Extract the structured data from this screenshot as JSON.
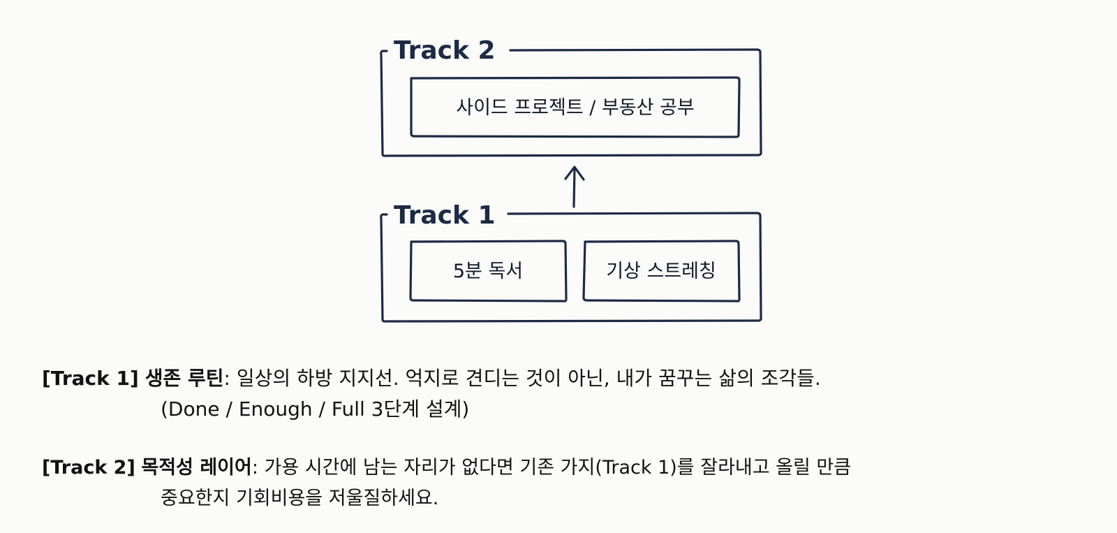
{
  "diagram": {
    "track2": {
      "title": "Track 2",
      "items": [
        "사이드 프로젝트 / 부동산 공부"
      ]
    },
    "track1": {
      "title": "Track 1",
      "items": [
        "5분 독서",
        "기상 스트레칭"
      ]
    }
  },
  "notes": [
    {
      "tag": "[Track 1]",
      "heading": "생존 루틴",
      "line1": ": 일상의 하방 지지선. 억지로 견디는 것이 아닌, 내가 꿈꾸는 삶의 조각들.",
      "line2": "(Done / Enough / Full 3단계 설계)"
    },
    {
      "tag": "[Track 2]",
      "heading": "목적성 레이어",
      "line1": ": 가용 시간에 남는 자리가 없다면 기존 가지(Track 1)를 잘라내고 올릴 만큼",
      "line2": "중요한지 기회비용을 저울질하세요."
    }
  ]
}
